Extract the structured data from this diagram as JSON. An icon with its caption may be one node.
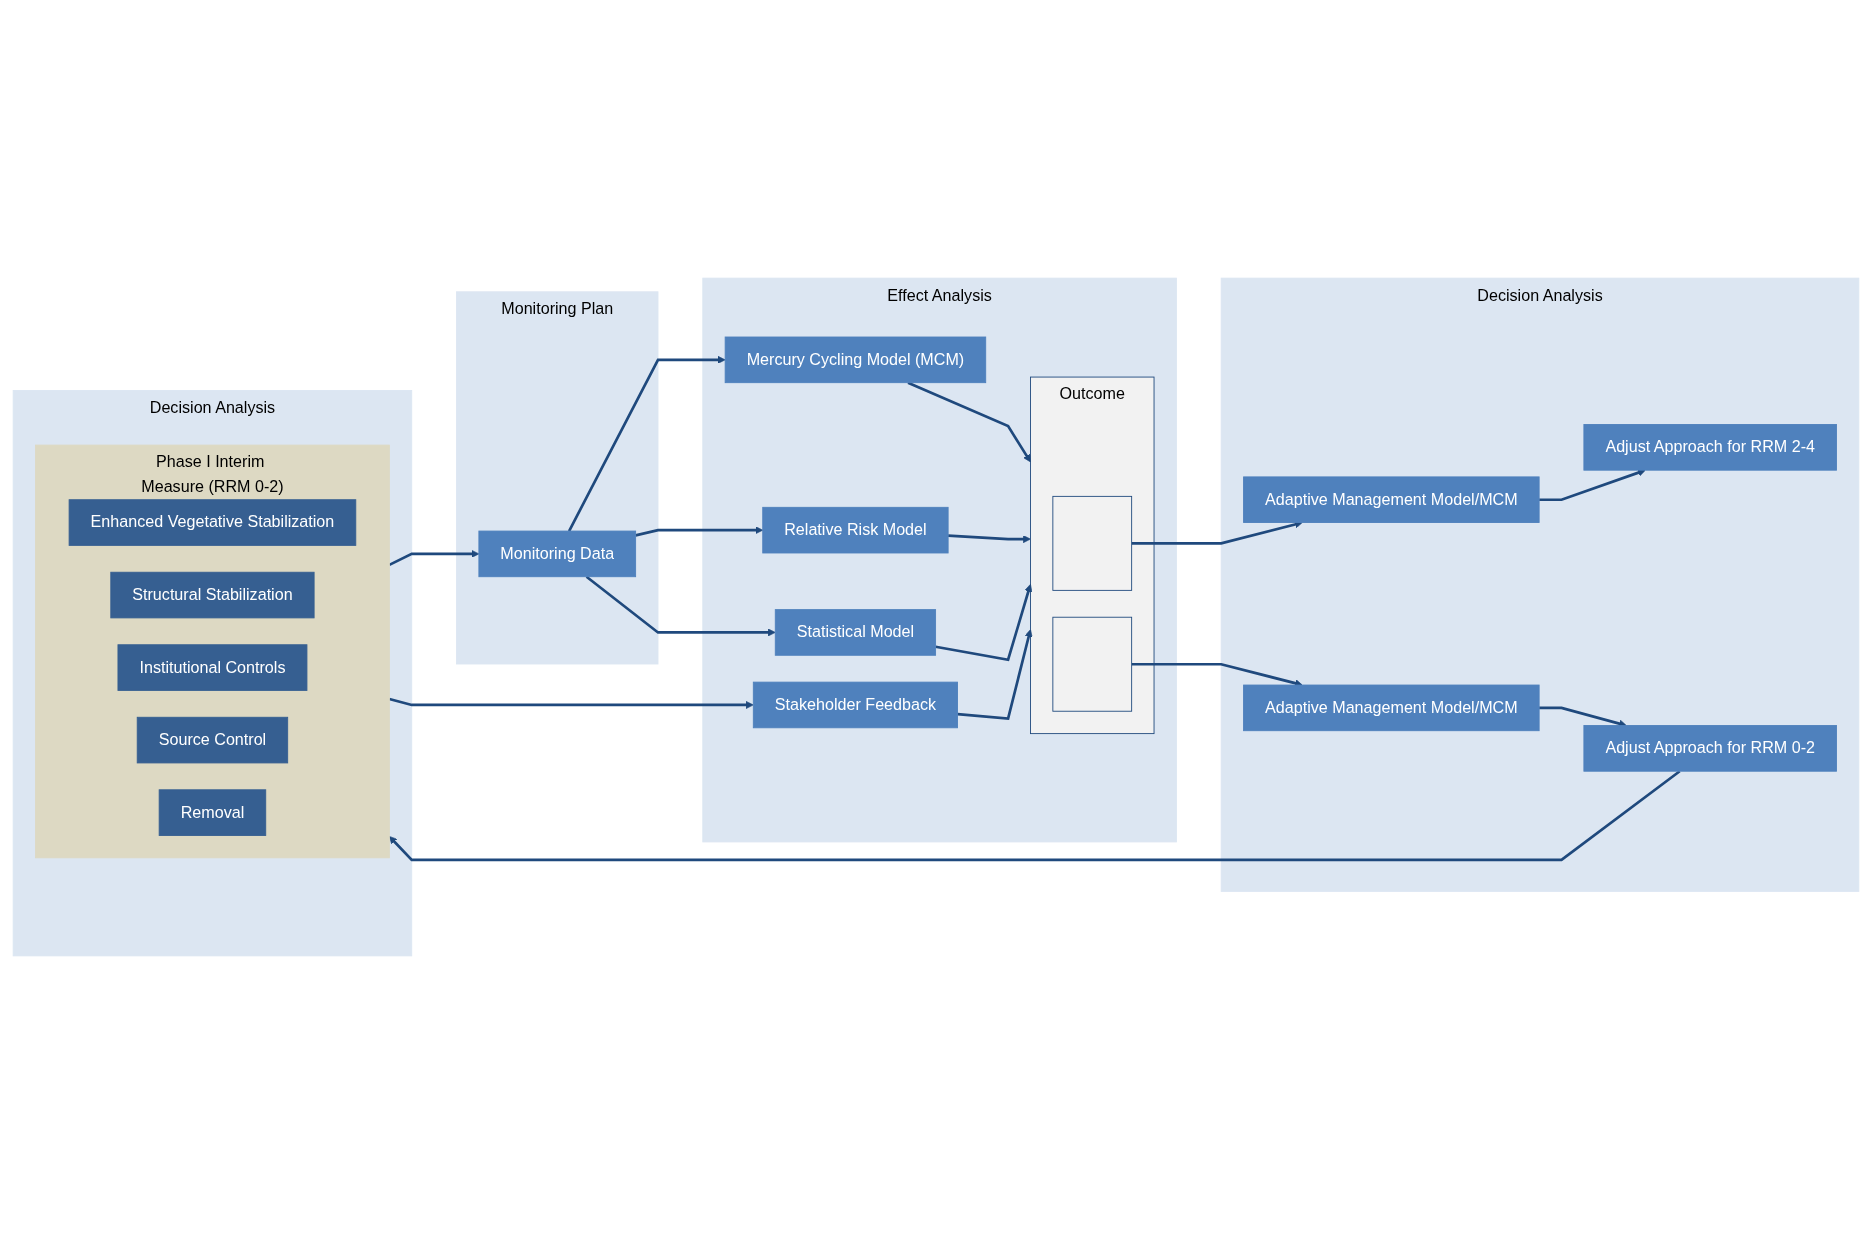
{
  "diagram": {
    "nodes": [
      {
        "text": [
          "Decision Analysis"
        ]
      },
      {
        "text": [
          "Phase I Interim Measure (RRM 0-2)"
        ],
        "in": 0
      },
      {
        "text": [
          "Enhanced Vegetative Stabilization"
        ],
        "in": 1
      },
      {
        "text": [
          "Structural Stabilization"
        ],
        "in": 1
      },
      {
        "text": [
          "Institutional Controls"
        ],
        "in": 1
      },
      {
        "text": [
          "Source Control"
        ],
        "in": 1
      },
      {
        "text": [
          "Removal"
        ],
        "in": 1
      },
      {
        "text": [
          "Monitoring Plan"
        ]
      },
      {
        "text": [
          "Monitoring Data"
        ],
        "in": 7
      },
      {
        "text": [
          "Effect Analysis"
        ]
      },
      {
        "text": [
          "Mercury Cycling Model (MCM)"
        ],
        "in": 9
      },
      {
        "text": [
          "Relative Risk Model"
        ],
        "in": 9
      },
      {
        "text": [
          "Statistical Model"
        ],
        "in": 9
      },
      {
        "text": [
          "Stakeholder Feedback"
        ],
        "in": 9
      },
      {
        "text": [
          "Outcome"
        ],
        "in": 9
      },
      {
        "text": [],
        "shape": "box",
        "in": 14
      },
      {
        "text": [],
        "shape": "box",
        "in": 14
      },
      {
        "text": [
          "Decision Analysis"
        ]
      },
      {
        "text": [
          "Adjust Approach for RRM 2-4"
        ],
        "in": 17
      },
      {
        "text": [
          "Adaptive Management Model/MCM"
        ],
        "in": 17
      },
      {
        "text": [
          "Adaptive Management Model/MCM"
        ],
        "in": 17
      },
      {
        "text": [
          "Adjust Approach for RRM 0-2"
        ],
        "in": 17
      }
    ],
    "edges": [
      {
        "from": 1,
        "to": 8,
        "arrow": "to"
      },
      {
        "from": 1,
        "to": 13,
        "arrow": "to"
      },
      {
        "from": 8,
        "to": 10,
        "arrow": "to"
      },
      {
        "from": 8,
        "to": 11,
        "arrow": "to"
      },
      {
        "from": 8,
        "to": 12,
        "arrow": "to"
      },
      {
        "from": 10,
        "to": 14,
        "arrow": "to"
      },
      {
        "from": 11,
        "to": 14,
        "arrow": "to"
      },
      {
        "from": 12,
        "to": 14,
        "arrow": "to"
      },
      {
        "from": 13,
        "to": 14,
        "arrow": "to"
      },
      {
        "from": 15,
        "to": 19,
        "arrow": "to"
      },
      {
        "from": 16,
        "to": 20,
        "arrow": "to"
      },
      {
        "from": 19,
        "to": 18,
        "arrow": "to"
      },
      {
        "from": 20,
        "to": 21,
        "arrow": "to"
      },
      {
        "from": 21,
        "to": 1,
        "arrow": "to"
      }
    ]
  }
}
